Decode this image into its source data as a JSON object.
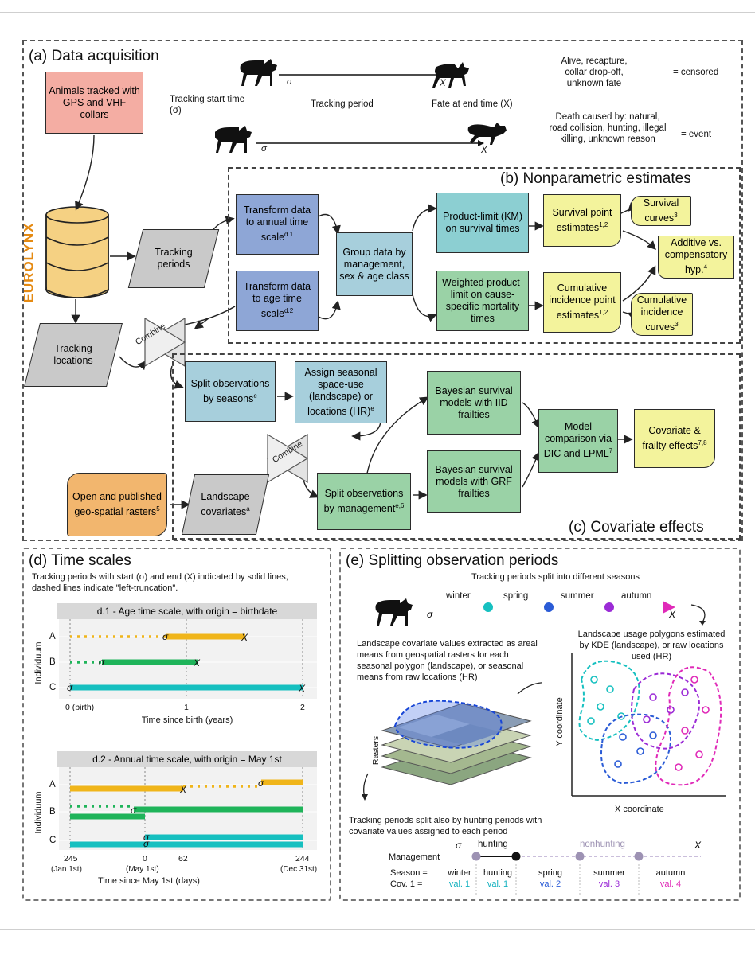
{
  "a": {
    "title": "(a) Data acquisition",
    "animals": "Animals tracked with GPS and VHF collars",
    "tracking_start": "Tracking start time (σ)",
    "tracking_period": "Tracking period",
    "fate": "Fate at end time (X)",
    "censored_causes": "Alive, recapture, collar drop-off, unknown fate",
    "censored": "= censored",
    "event_causes": "Death caused by: natural, road collision, hunting, illegal killing, unknown reason",
    "event": "= event",
    "sigma": "σ",
    "x": "X",
    "eurolynx": "EUROLYNX",
    "tracking_periods": "Tracking periods",
    "tracking_locations": "Tracking locations",
    "combine": "Combine",
    "rasters": "Open and published geo-spatial rasters",
    "rasters_sup": "5",
    "landscape_cov": "Landscape covariates",
    "landscape_cov_sup": "a"
  },
  "b": {
    "title": "(b) Nonparametric estimates",
    "annual": "Transform data to annual time scale",
    "annual_sup": "d.1",
    "age": "Transform data to age time scale",
    "age_sup": "d.2",
    "group": "Group data by management, sex & age class",
    "km": "Product-limit (KM) on survival times",
    "weighted": "Weighted product-limit on cause-specific mortality times",
    "surv_point": "Survival point estimates",
    "surv_point_sup": "1,2",
    "cum_point": "Cumulative incidence point estimates",
    "cum_point_sup": "1,2",
    "surv_curves": "Survival curves",
    "surv_curves_sup": "3",
    "additive": "Additive vs. compensatory hyp.",
    "additive_sup": "4",
    "cum_curves": "Cumulative incidence curves",
    "cum_curves_sup": "3"
  },
  "c": {
    "title": "(c) Covariate effects",
    "split_seasons": "Split observations by seasons",
    "split_seasons_sup": "e",
    "assign": "Assign seasonal space-use (landscape) or locations (HR)",
    "assign_sup": "e",
    "combine": "Combine",
    "split_mgmt": "Split observations by management",
    "split_mgmt_sup": "e,6",
    "iid": "Bayesian survival models with IID frailties",
    "grf": "Bayesian survival models with GRF frailties",
    "model_comp": "Model comparison via DIC and LPML",
    "model_comp_sup": "7",
    "covariate": "Covariate & frailty effects",
    "covariate_sup": "7,8"
  },
  "d": {
    "title": "(d) Time scales",
    "desc": "Tracking periods with start (σ) and end (X) indicated by solid lines, dashed lines indicate \"left-truncation\".",
    "d1_title": "d.1 - Age time scale, with origin = birthdate",
    "d1_xlabel": "Time since birth (years)",
    "d1_ticks": [
      "0 (birth)",
      "1",
      "2"
    ],
    "d2_title": "d.2 - Annual time scale, with origin = May 1st",
    "d2_xlabel": "Time since May 1st (days)",
    "d2_ticks": [
      "245",
      "0",
      "62",
      "244"
    ],
    "d2_subticks": [
      "(Jan 1st)",
      "(May 1st)",
      "(Dec 31st)"
    ],
    "ylabel": "Individuum",
    "individuals": [
      "A",
      "B",
      "C"
    ],
    "colors": {
      "A": "#f0b51a",
      "B": "#1fb45a",
      "C": "#16c0c0"
    }
  },
  "e": {
    "title": "(e) Splitting observation periods",
    "split_seasons": "Tracking periods split into different seasons",
    "seasons": [
      "winter",
      "spring",
      "summer",
      "autumn"
    ],
    "landscape_text": "Landscape covariate values extracted as areal means from geospatial rasters for each seasonal polygon (landscape), or seasonal means from raw locations (HR)",
    "kde_text": "Landscape usage polygons estimated by KDE (landscape), or raw locations used (HR)",
    "rasters": "Rasters",
    "ycoord": "Y coordinate",
    "xcoord": "X coordinate",
    "hunting_text": "Tracking periods split also by hunting periods with covariate values assigned to each period",
    "hunting": "hunting",
    "nonhunting": "nonhunting",
    "management": "Management",
    "season_label": "Season =",
    "cov_label": "Cov. 1 =",
    "season_row": [
      "winter",
      "hunting",
      "spring",
      "summer",
      "autumn"
    ],
    "cov_row": [
      "val. 1",
      "val. 1",
      "val. 2",
      "val. 3",
      "val. 4"
    ]
  }
}
